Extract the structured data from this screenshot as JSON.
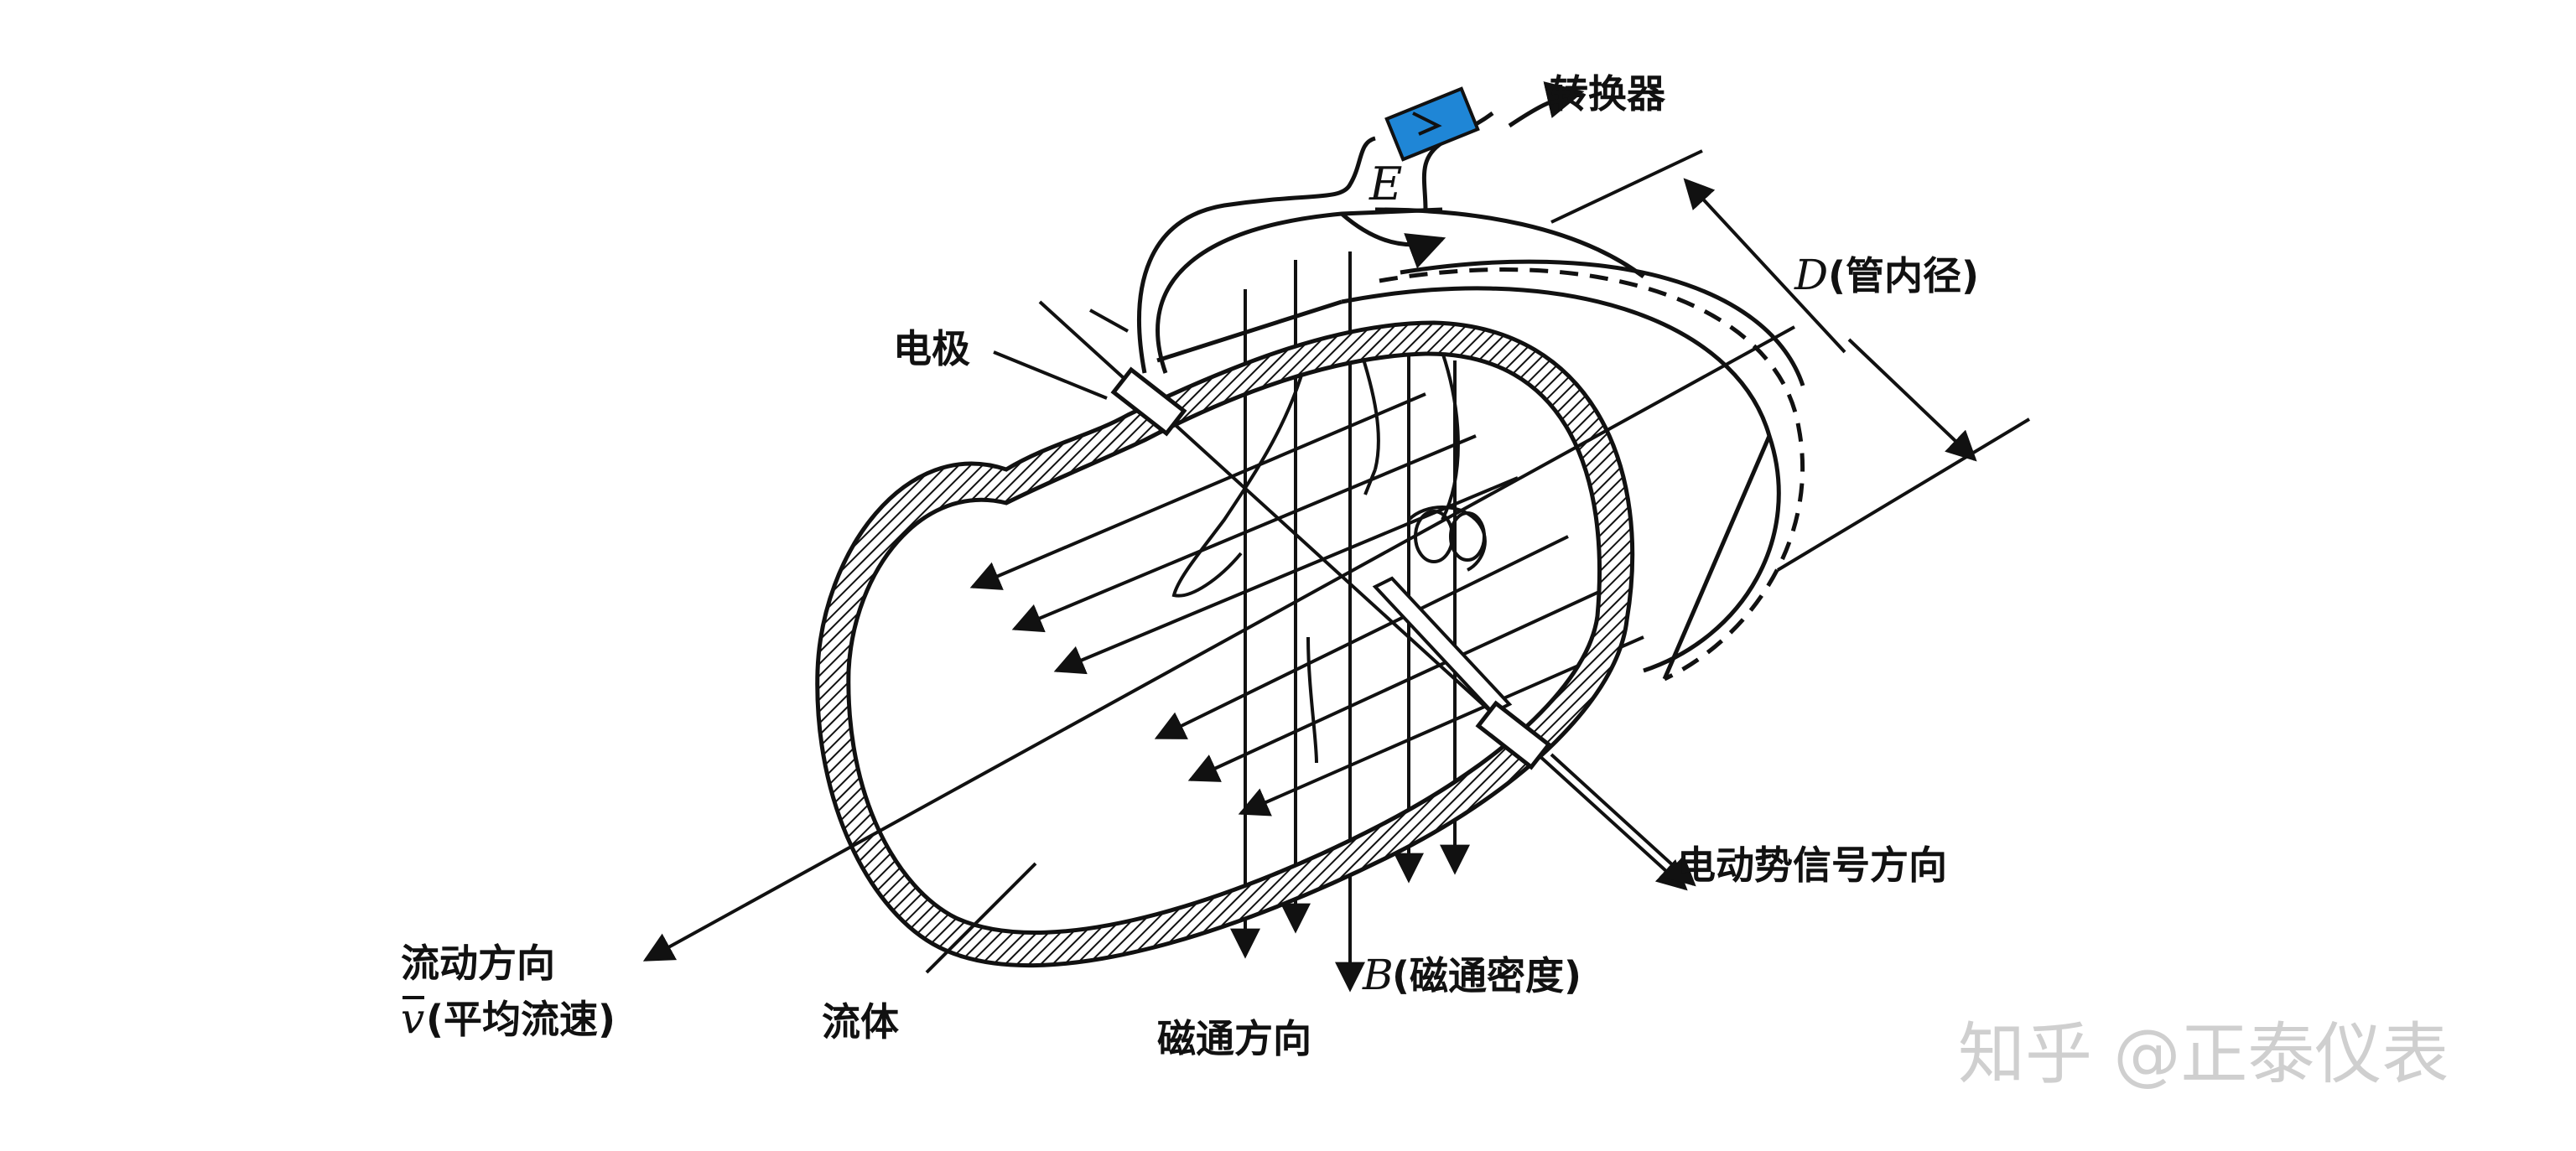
{
  "labels": {
    "converter": "转换器",
    "emf_symbol": "E",
    "diameter_symbol": "D",
    "diameter": "(管内径)",
    "electrode": "电极",
    "emf_direction": "电动势信号方向",
    "flow_direction": "流动方向",
    "velocity_symbol": "v",
    "velocity": "(平均流速)",
    "fluid": "流体",
    "flux_symbol": "B",
    "flux_density": "(磁通密度)",
    "flux_direction": "磁通方向"
  },
  "watermark": "知乎 @正泰仪表",
  "colors": {
    "converter": "#1f86d6",
    "line": "#111111",
    "watermark": "#cfcfcf"
  }
}
